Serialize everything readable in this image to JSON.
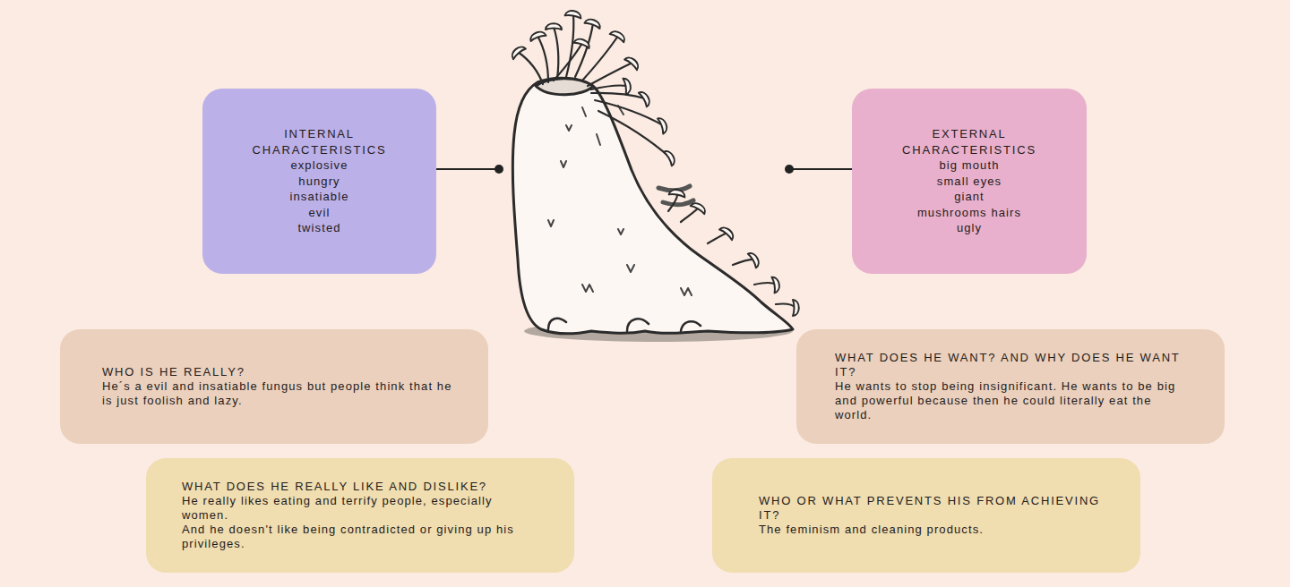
{
  "diagram": {
    "nodes": [
      {
        "text": [
          "INTERNAL CHARACTERISTICS",
          "explosive",
          "hungry",
          "insatiable",
          "evil",
          "twisted"
        ]
      },
      {
        "text": [
          "EXTERNAL CHARACTERISTICS",
          "big mouth",
          "small eyes",
          "giant",
          "mushrooms hairs",
          "ugly"
        ]
      },
      {
        "text": [
          "WHO IS HE REALLY?",
          "He´s a evil and insatiable fungus but people think that he is just foolish and lazy."
        ]
      },
      {
        "text": [
          "WHAT DOES HE WANT? AND WHY DOES HE WANT IT?",
          "He wants to stop being insignificant. He wants to be big and powerful because then he could literally eat the world."
        ]
      },
      {
        "text": [
          "WHAT DOES HE REALLY LIKE AND DISLIKE?",
          "He really likes eating and terrify people, especially women.",
          "And he doesn't like being contradicted or giving up his privileges."
        ]
      },
      {
        "text": [
          "WHO OR WHAT PREVENTS HIS FROM ACHIEVING IT?",
          "The feminism and cleaning products."
        ]
      }
    ]
  }
}
